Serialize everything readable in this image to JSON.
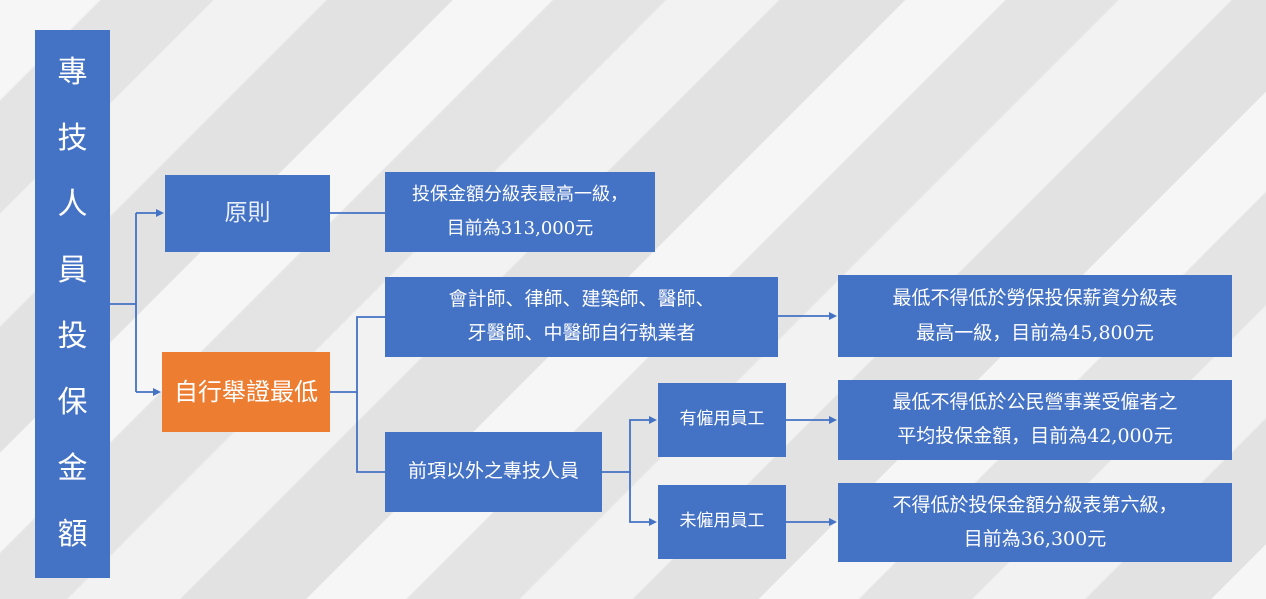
{
  "root": {
    "title": "專技人員投保金額"
  },
  "nodes": {
    "principle": {
      "label": "原則"
    },
    "principle_detail": {
      "line1": "投保金額分級表最高一級，",
      "line2": "目前為313,000元"
    },
    "self_attest": {
      "label": "自行舉證最低"
    },
    "self_practice": {
      "line1": "會計師、律師、建築師、醫師、",
      "line2": "牙醫師、中醫師自行執業者"
    },
    "self_practice_detail": {
      "line1": "最低不得低於勞保投保薪資分級表",
      "line2": "最高一級，目前為45,800元"
    },
    "other_professional": {
      "label": "前項以外之專技人員"
    },
    "has_employees": {
      "label": "有僱用員工"
    },
    "has_employees_detail": {
      "line1": "最低不得低於公民營事業受僱者之",
      "line2": "平均投保金額，目前為42,000元"
    },
    "no_employees": {
      "label": "未僱用員工"
    },
    "no_employees_detail": {
      "line1": "不得低於投保金額分級表第六級，",
      "line2": "目前為36,300元"
    }
  },
  "colors": {
    "primary_blue": "#4472C4",
    "accent_orange": "#ED7D31",
    "text_white": "#FFFFFF",
    "connector_blue": "#4472C4",
    "background_gray": "#E8E8E8"
  }
}
